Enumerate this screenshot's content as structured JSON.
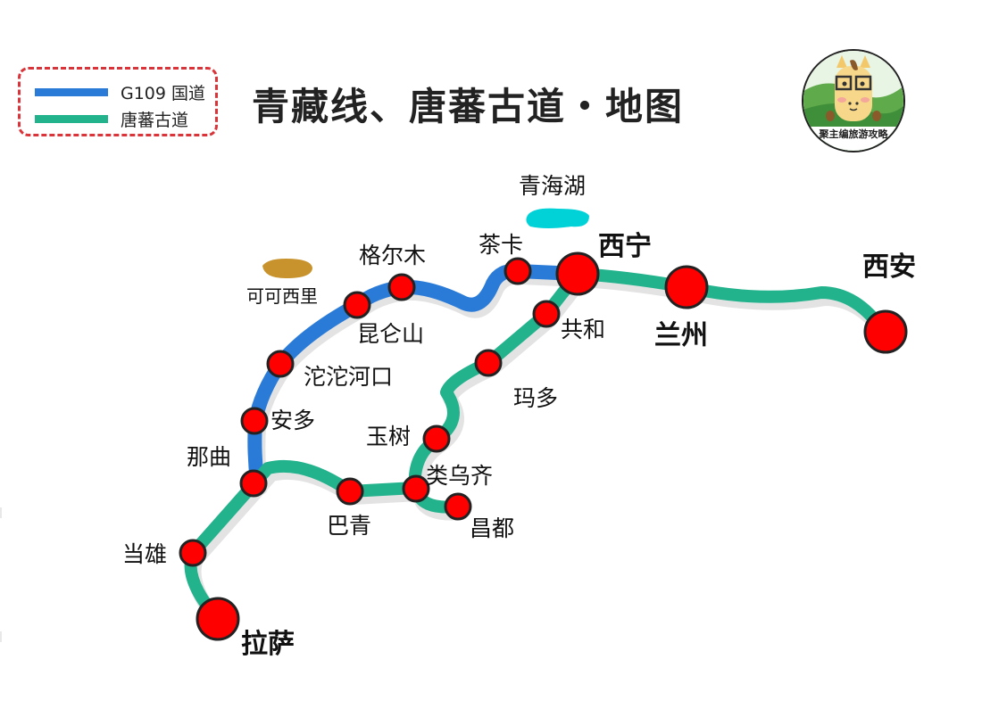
{
  "title": "青藏线、唐蕃古道・地图",
  "legend": {
    "items": [
      {
        "label": "G109 国道",
        "color": "#2a7bd8",
        "route": "g109"
      },
      {
        "label": "唐蕃古道",
        "color": "#22b28c",
        "route": "tangbo"
      }
    ],
    "border_color": "#d9343a"
  },
  "logo": {
    "text": "聚主编旅游攻略",
    "icon": "cartoon-horse-logo-icon"
  },
  "colors": {
    "g109": "#2a7bd8",
    "tangbo": "#22b28c",
    "station_fill": "#ff0000",
    "station_stroke": "#222222",
    "shadow": "#e3e3e3",
    "lake": "#00d2d8",
    "salt_lake": "#c8932c"
  },
  "features": {
    "lake": {
      "label": "青海湖"
    },
    "kekexili": {
      "label": "可可西里"
    }
  },
  "stations": {
    "xining": {
      "label": "西宁",
      "major": true
    },
    "xian": {
      "label": "西安",
      "major": true
    },
    "lanzhou": {
      "label": "兰州",
      "major": true
    },
    "lhasa": {
      "label": "拉萨",
      "major": true
    },
    "chaka": {
      "label": "茶卡",
      "major": false
    },
    "golmud": {
      "label": "格尔木",
      "major": false
    },
    "kunlun": {
      "label": "昆仑山",
      "major": false
    },
    "tuotuohe": {
      "label": "沱沱河口",
      "major": false
    },
    "amdo": {
      "label": "安多",
      "major": false
    },
    "nagqu": {
      "label": "那曲",
      "major": false
    },
    "damxung": {
      "label": "当雄",
      "major": false
    },
    "gonghe": {
      "label": "共和",
      "major": false
    },
    "maduo": {
      "label": "玛多",
      "major": false
    },
    "yushu": {
      "label": "玉树",
      "major": false
    },
    "leiwuqi": {
      "label": "类乌齐",
      "major": false
    },
    "qamdo": {
      "label": "昌都",
      "major": false
    },
    "baqen": {
      "label": "巴青",
      "major": false
    }
  }
}
